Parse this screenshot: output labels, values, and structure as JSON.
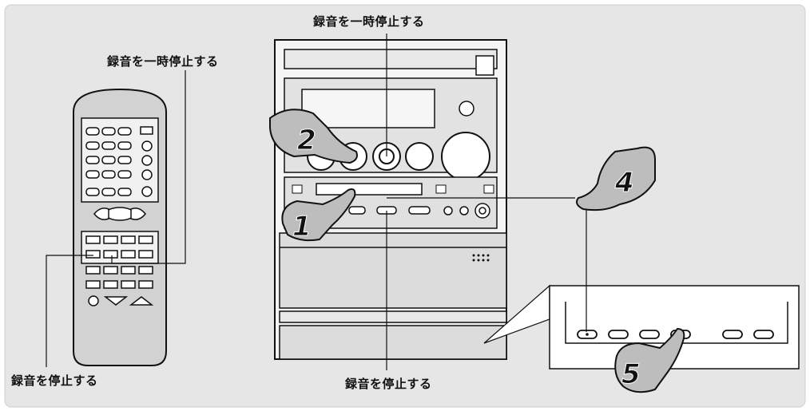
{
  "labels": {
    "pause_top": "録音を一時停止する",
    "pause_remote": "録音を一時停止する",
    "stop_remote": "録音を停止する",
    "stop_bottom": "録音を停止する"
  },
  "steps": [
    "1",
    "2",
    "4",
    "5"
  ],
  "colors": {
    "background": "#e6e6e6",
    "line": "#111111",
    "hand": "#bdbdbd"
  }
}
